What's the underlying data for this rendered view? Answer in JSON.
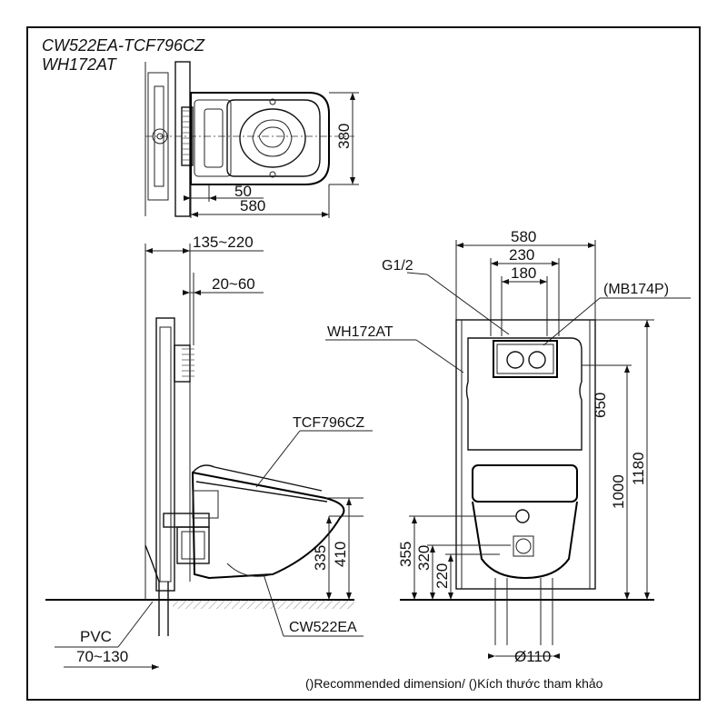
{
  "title": {
    "line1": "CW522EA-TCF796CZ",
    "line2": "WH172AT"
  },
  "top_view": {
    "dim_depth_380": "380",
    "dim_50": "50",
    "dim_580": "580"
  },
  "side_view": {
    "dim_135_220": "135~220",
    "dim_20_60": "20~60",
    "label_seat": "TCF796CZ",
    "dim_335": "335",
    "dim_410": "410",
    "label_bowl": "CW522EA",
    "label_pvc": "PVC",
    "dim_70_130": "70~130"
  },
  "front_view": {
    "dim_580": "580",
    "dim_230": "230",
    "dim_180": "180",
    "label_g12": "G1/2",
    "label_plate": "(MB174P)",
    "label_frame": "WH172AT",
    "dim_650": "650",
    "dim_1000": "1000",
    "dim_1180": "1180",
    "dim_355": "355",
    "dim_320": "320",
    "dim_220": "220",
    "dim_pipe": "Ø110"
  },
  "footnote": "()Recommended dimension/ ()Kích thước tham khảo"
}
